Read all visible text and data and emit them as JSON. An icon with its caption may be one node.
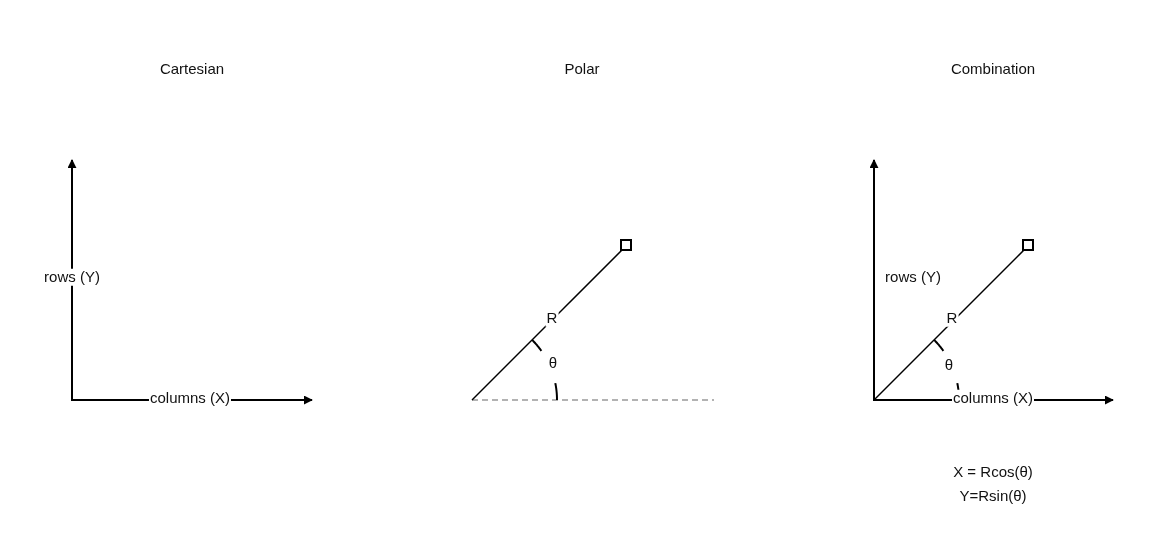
{
  "diagram": {
    "labels": [
      "Cartesian",
      "Polar",
      "Combination",
      "rows (Y)",
      "columns (X)",
      "R",
      "θ",
      "rows (Y)",
      "columns (X)",
      "R",
      "θ",
      "X = Rcos(θ)",
      "Y=Rsin(θ)"
    ]
  }
}
